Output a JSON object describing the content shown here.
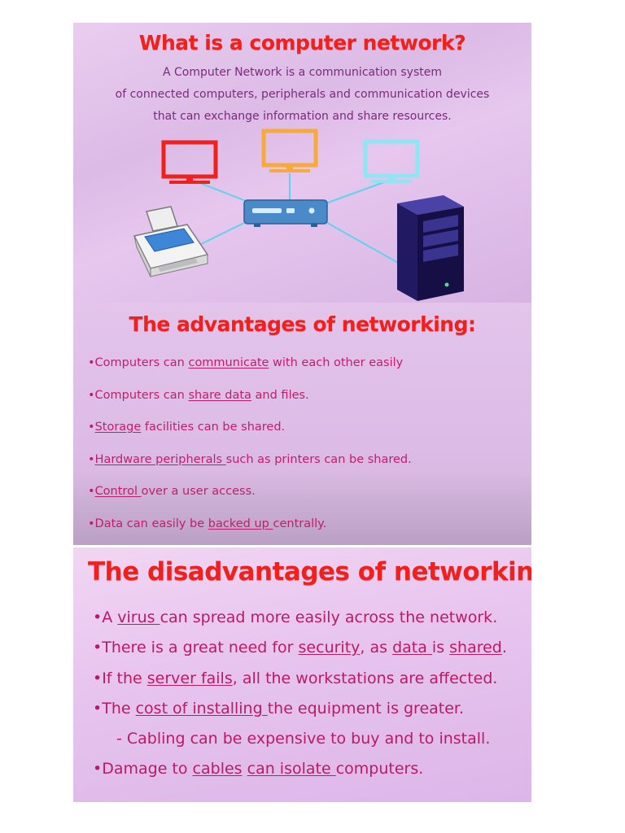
{
  "section1": {
    "title": "What is a computer network?",
    "intro_lines": [
      "A Computer Network is a communication system",
      "of connected computers, peripherals and communication devices",
      "that can exchange information and share resources."
    ]
  },
  "section2": {
    "title": "The advantages of networking:",
    "items": [
      {
        "pre": "•Computers can ",
        "u": "communicate",
        "post": " with each other easily"
      },
      {
        "pre": "•Computers can ",
        "u": "share data",
        "post": " and files."
      },
      {
        "pre": "•",
        "u": "Storage",
        "post": " facilities can be shared."
      },
      {
        "pre": "•",
        "u": "Hardware peripherals ",
        "post": "such as printers can be shared."
      },
      {
        "pre": "•",
        "u": "Control ",
        "post": "over a user access."
      },
      {
        "pre": "•Data can easily be ",
        "u": "backed up ",
        "post": "centrally."
      }
    ]
  },
  "section3": {
    "title": "The disadvantages of networking:",
    "items": [
      [
        {
          "t": "•A "
        },
        {
          "t": "virus ",
          "u": true
        },
        {
          "t": "can spread more easily across the network."
        }
      ],
      [
        {
          "t": "•There is a great need for "
        },
        {
          "t": "security",
          "u": true
        },
        {
          "t": ", as "
        },
        {
          "t": "data ",
          "u": true
        },
        {
          "t": "is "
        },
        {
          "t": "shared",
          "u": true
        },
        {
          "t": "."
        }
      ],
      [
        {
          "t": "•If the "
        },
        {
          "t": "server fails",
          "u": true
        },
        {
          "t": ", all the workstations are affected."
        }
      ],
      [
        {
          "t": "•The "
        },
        {
          "t": "cost of installing ",
          "u": true
        },
        {
          "t": "the equipment is greater."
        }
      ],
      [
        {
          "t": "- Cabling can be expensive to buy and to install."
        }
      ],
      [
        {
          "t": "•Damage to "
        },
        {
          "t": "cables",
          "u": true
        },
        {
          "t": " "
        },
        {
          "t": "can isolate ",
          "u": true
        },
        {
          "t": "computers."
        }
      ]
    ]
  },
  "colors": {
    "title": "#f0201c",
    "body_text": "#c41c6a",
    "intro_text": "#7a2a7a",
    "monitor_red": "#f0201c",
    "monitor_orange": "#f7a93a",
    "monitor_cyan": "#8ee6f5",
    "cable": "#5fd3ee",
    "hub": "#4a8ac9",
    "tower": "#1a1455"
  },
  "icons": [
    "monitor-red-icon",
    "monitor-orange-icon",
    "monitor-cyan-icon",
    "network-hub-icon",
    "printer-icon",
    "server-tower-icon"
  ]
}
